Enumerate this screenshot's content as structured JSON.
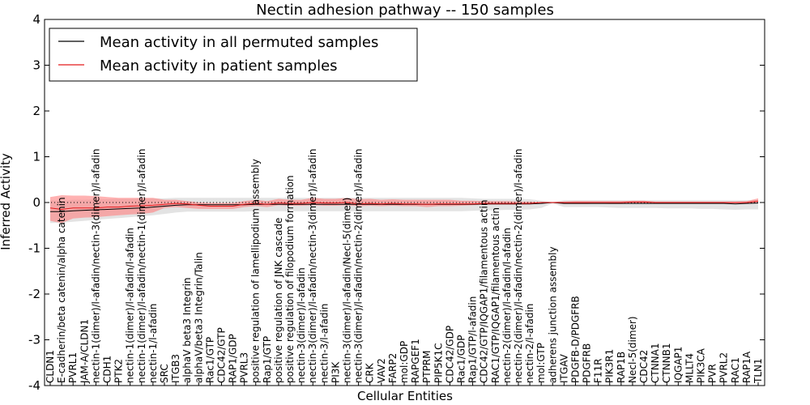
{
  "chart_data": {
    "type": "line",
    "title": "Nectin adhesion pathway -- 150 samples",
    "xlabel": "Cellular Entities",
    "ylabel": "Inferred Activity",
    "ylim": [
      -4,
      4
    ],
    "yticks": [
      -4,
      -3,
      -2,
      -1,
      0,
      1,
      2,
      3,
      4
    ],
    "grid": false,
    "legend_position": "top-left",
    "colors": {
      "permuted": "#000000",
      "patient": "#e41a1c",
      "permuted_band": "#d9d9d9",
      "patient_band": "#ff7f7f"
    },
    "categories": [
      "CLDN1",
      "E-cadherin/beta catenin/alpha catenin",
      "PVRL1",
      "JAM-A/CLDN1",
      "nectin-1(dimer)/l-afadin/nectin-3(dimer)/l-afadin",
      "CDH1",
      "PTK2",
      "nectin-1(dimer)/l-afadin/l-afadin",
      "nectin-1(dimer)/l-afadin/nectin-1(dimer)/l-afadin",
      "nectin-1/l-afadin",
      "SRC",
      "ITGB3",
      "alphaV beta3 Integrin",
      "alphaV/beta3 Integrin/Talin",
      "Rac1/GTP",
      "CDC42/GTP",
      "RAP1/GDP",
      "PVRL3",
      "positive regulation of lamellipodium assembly",
      "Rap1/GTP",
      "positive regulation of JNK cascade",
      "positive regulation of filopodium formation",
      "nectin-3(dimer)/l-afadin",
      "nectin-3(dimer)/l-afadin/nectin-3(dimer)/l-afadin",
      "nectin-3/l-afadin",
      "PI3K",
      "nectin-3(dimer)/l-afadin/Necl-5(dimer)",
      "nectin-3(dimer)/l-afadin/nectin-2(dimer)/l-afadin",
      "CRK",
      "VAV2",
      "FARP2",
      "mol:GDP",
      "RAPGEF1",
      "PTPRM",
      "PIP5K1C",
      "CDC42/GDP",
      "Rac1/GDP",
      "Rap1/GTP/l-afadin",
      "CDC42/GTP/IQGAP1/filamentous actin",
      "RAC1/GTP/IQGAP1/filamentous actin",
      "nectin-2(dimer)/l-afadin/l-afadin",
      "nectin-2(dimer)/l-afadin/nectin-2(dimer)/l-afadin",
      "nectin-2/l-afadin",
      "mol:GTP",
      "adherens junction assembly",
      "ITGAV",
      "PDGFB-D/PDGFRB",
      "PDGFRB",
      "F11R",
      "PIK3R1",
      "RAP1B",
      "Necl-5(dimer)",
      "CDC42",
      "CTNNA1",
      "CTNNB1",
      "IQGAP1",
      "MLLT4",
      "PIK3CA",
      "PVR",
      "PVRL2",
      "RAC1",
      "RAP1A",
      "TLN1"
    ],
    "series": [
      {
        "name": "Mean activity in all permuted samples",
        "values": [
          -0.2,
          -0.2,
          -0.18,
          -0.17,
          -0.16,
          -0.15,
          -0.14,
          -0.13,
          -0.12,
          -0.1,
          -0.08,
          -0.06,
          -0.05,
          -0.05,
          -0.05,
          -0.05,
          -0.05,
          -0.05,
          -0.04,
          -0.04,
          -0.04,
          -0.04,
          -0.04,
          -0.04,
          -0.04,
          -0.04,
          -0.04,
          -0.04,
          -0.04,
          -0.04,
          -0.04,
          -0.04,
          -0.04,
          -0.04,
          -0.04,
          -0.04,
          -0.04,
          -0.04,
          -0.03,
          -0.03,
          -0.03,
          -0.03,
          -0.03,
          -0.02,
          0,
          -0.02,
          -0.02,
          -0.02,
          -0.02,
          -0.02,
          -0.02,
          -0.02,
          -0.02,
          -0.02,
          -0.02,
          -0.02,
          -0.02,
          -0.02,
          -0.02,
          -0.02,
          -0.03,
          -0.02,
          -0.01
        ],
        "lower": [
          -0.45,
          -0.44,
          -0.42,
          -0.4,
          -0.38,
          -0.36,
          -0.34,
          -0.32,
          -0.3,
          -0.28,
          -0.25,
          -0.22,
          -0.2,
          -0.2,
          -0.2,
          -0.2,
          -0.2,
          -0.2,
          -0.19,
          -0.19,
          -0.19,
          -0.19,
          -0.19,
          -0.19,
          -0.19,
          -0.19,
          -0.19,
          -0.19,
          -0.19,
          -0.19,
          -0.19,
          -0.19,
          -0.19,
          -0.19,
          -0.19,
          -0.19,
          -0.19,
          -0.18,
          -0.17,
          -0.17,
          -0.16,
          -0.16,
          -0.15,
          -0.12,
          -0.02,
          -0.1,
          -0.1,
          -0.1,
          -0.1,
          -0.11,
          -0.12,
          -0.12,
          -0.12,
          -0.12,
          -0.13,
          -0.13,
          -0.13,
          -0.14,
          -0.14,
          -0.15,
          -0.16,
          -0.15,
          -0.15
        ],
        "upper": [
          0.05,
          0.04,
          0.06,
          0.06,
          0.07,
          0.07,
          0.08,
          0.08,
          0.09,
          0.09,
          0.09,
          0.1,
          0.1,
          0.1,
          0.1,
          0.1,
          0.1,
          0.1,
          0.1,
          0.1,
          0.1,
          0.1,
          0.1,
          0.1,
          0.1,
          0.1,
          0.1,
          0.1,
          0.1,
          0.1,
          0.1,
          0.1,
          0.1,
          0.1,
          0.1,
          0.1,
          0.1,
          0.09,
          0.08,
          0.08,
          0.08,
          0.08,
          0.07,
          0.04,
          0.01,
          0.05,
          0.05,
          0.05,
          0.05,
          0.05,
          0.05,
          0.05,
          0.05,
          0.05,
          0.05,
          0.05,
          0.05,
          0.05,
          0.05,
          0.05,
          0.05,
          0.05,
          0.06
        ]
      },
      {
        "name": "Mean activity in patient samples",
        "values": [
          -0.12,
          -0.15,
          -0.12,
          -0.12,
          -0.12,
          -0.1,
          -0.1,
          -0.08,
          -0.07,
          -0.06,
          -0.04,
          -0.02,
          -0.03,
          -0.06,
          -0.08,
          -0.08,
          -0.08,
          -0.04,
          -0.02,
          -0.04,
          -0.01,
          -0.02,
          -0.02,
          0,
          -0.01,
          -0.01,
          0,
          -0.03,
          -0.02,
          -0.03,
          -0.02,
          -0.03,
          -0.03,
          -0.04,
          -0.03,
          -0.03,
          -0.03,
          -0.03,
          -0.02,
          -0.02,
          -0.02,
          -0.02,
          -0.02,
          0,
          0,
          0,
          0,
          0,
          0,
          0,
          0,
          0.01,
          0.01,
          0,
          0,
          0,
          0,
          0,
          0,
          0,
          0,
          0,
          0.03
        ],
        "lower": [
          -0.4,
          -0.45,
          -0.35,
          -0.33,
          -0.32,
          -0.3,
          -0.28,
          -0.26,
          -0.25,
          -0.22,
          -0.12,
          -0.1,
          -0.12,
          -0.14,
          -0.14,
          -0.14,
          -0.14,
          -0.1,
          -0.08,
          -0.1,
          -0.06,
          -0.07,
          -0.07,
          -0.06,
          -0.07,
          -0.07,
          -0.06,
          -0.08,
          -0.07,
          -0.08,
          -0.07,
          -0.08,
          -0.08,
          -0.1,
          -0.08,
          -0.08,
          -0.07,
          -0.06,
          -0.05,
          -0.05,
          -0.05,
          -0.05,
          -0.04,
          -0.02,
          -0.01,
          -0.03,
          -0.03,
          -0.03,
          -0.02,
          -0.03,
          -0.03,
          -0.02,
          -0.02,
          -0.02,
          -0.02,
          -0.02,
          -0.02,
          -0.02,
          -0.02,
          -0.02,
          -0.02,
          -0.02,
          -0.02
        ],
        "upper": [
          0.12,
          0.16,
          0.15,
          0.15,
          0.14,
          0.12,
          0.1,
          0.1,
          0.1,
          0.1,
          0.06,
          0.06,
          0.03,
          0,
          -0.01,
          -0.01,
          -0.01,
          0.03,
          0.06,
          0.03,
          0.08,
          0.06,
          0.06,
          0.1,
          0.08,
          0.08,
          0.1,
          0.07,
          0.08,
          0.06,
          0.07,
          0.06,
          0.06,
          0.06,
          0.06,
          0.06,
          0.04,
          0.04,
          0.03,
          0.03,
          0.03,
          0.02,
          0.02,
          0.01,
          0.01,
          0.02,
          0.03,
          0.03,
          0.03,
          0.03,
          0.03,
          0.04,
          0.04,
          0.02,
          0.02,
          0.02,
          0.02,
          0.02,
          0.02,
          0.02,
          0.02,
          0.03,
          0.09
        ]
      }
    ]
  }
}
